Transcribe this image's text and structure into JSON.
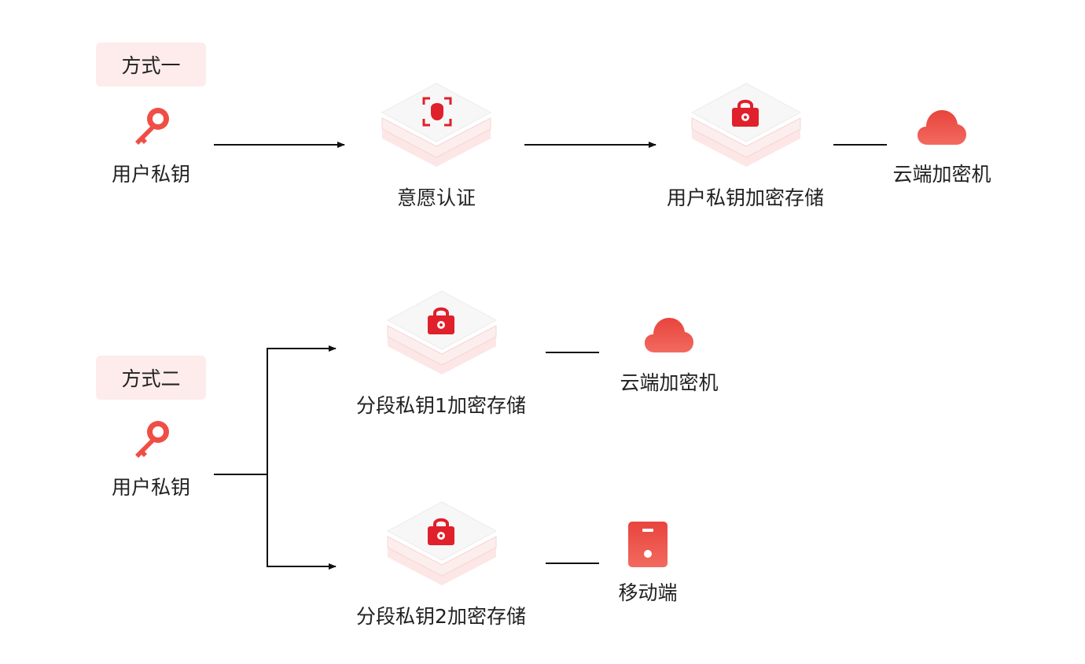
{
  "method1": {
    "badge": "方式一",
    "nodes": {
      "private_key": "用户私钥",
      "intent_auth": "意愿认证",
      "encrypted_storage": "用户私钥加密存储",
      "cloud_hsm": "云端加密机"
    }
  },
  "method2": {
    "badge": "方式二",
    "nodes": {
      "private_key": "用户私钥",
      "segment1_storage": "分段私钥1加密存储",
      "cloud_hsm": "云端加密机",
      "segment2_storage": "分段私钥2加密存储",
      "mobile": "移动端"
    }
  },
  "colors": {
    "accent": "#e0202a",
    "icon_light": "#f25f55",
    "badge_bg": "#fdeceb",
    "line": "#111111"
  },
  "icons": [
    "key-icon",
    "face-recognition-icon",
    "lock-icon",
    "cloud-icon",
    "mobile-device-icon"
  ]
}
